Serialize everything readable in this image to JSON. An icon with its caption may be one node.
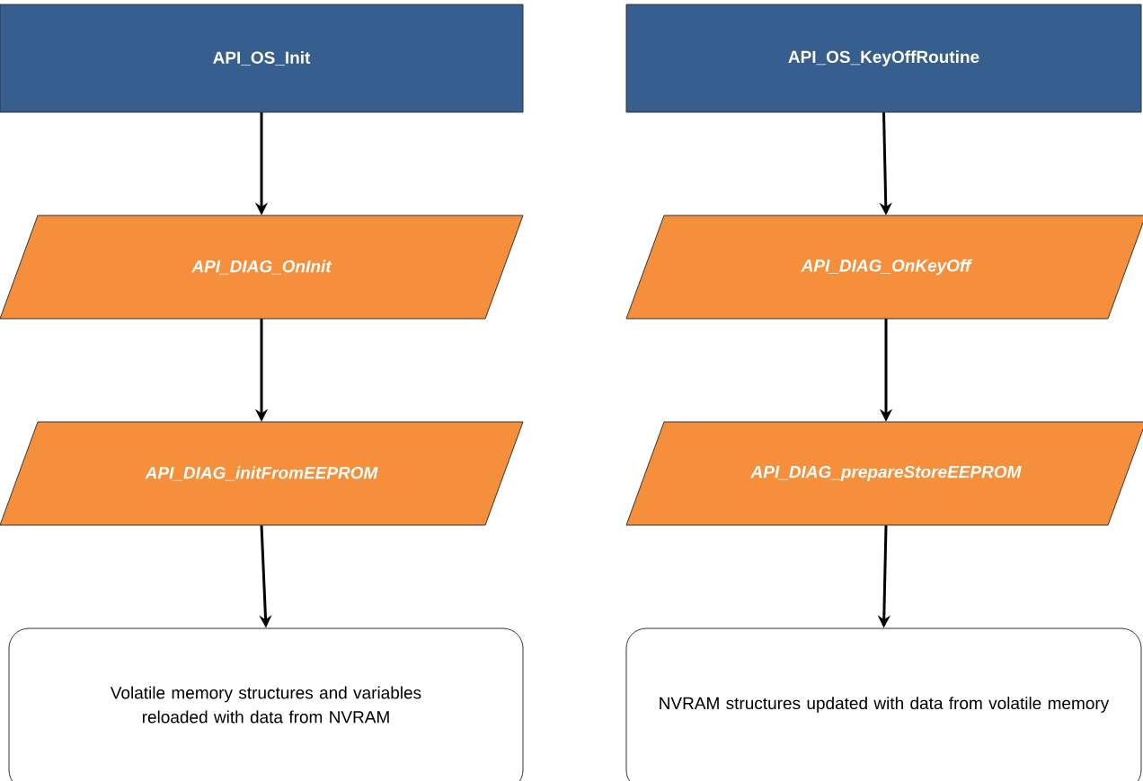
{
  "diagram": {
    "nodes": [
      {
        "text": [
          "API_OS_Init"
        ]
      },
      {
        "text": [
          "API_DIAG_OnInit"
        ]
      },
      {
        "text": [
          "API_DIAG_initFromEEPROM"
        ]
      },
      {
        "text": [
          "Volatile memory structures and variables reloaded with data from NVRAM"
        ]
      },
      {
        "text": [
          "API_OS_KeyOffRoutine"
        ]
      },
      {
        "text": [
          "API_DIAG_OnKeyOff"
        ]
      },
      {
        "text": [
          "API_DIAG_prepareStoreEEPROM"
        ]
      },
      {
        "text": [
          "NVRAM structures updated with data from volatile memory"
        ]
      }
    ],
    "edges": [
      {
        "from": 0,
        "to": 1,
        "arrow": "to"
      },
      {
        "from": 1,
        "to": 2,
        "arrow": "to"
      },
      {
        "from": 2,
        "to": 3,
        "arrow": "to"
      },
      {
        "from": 4,
        "to": 5,
        "arrow": "to"
      },
      {
        "from": 5,
        "to": 6,
        "arrow": "to"
      },
      {
        "from": 6,
        "to": 7,
        "arrow": "to"
      }
    ]
  }
}
